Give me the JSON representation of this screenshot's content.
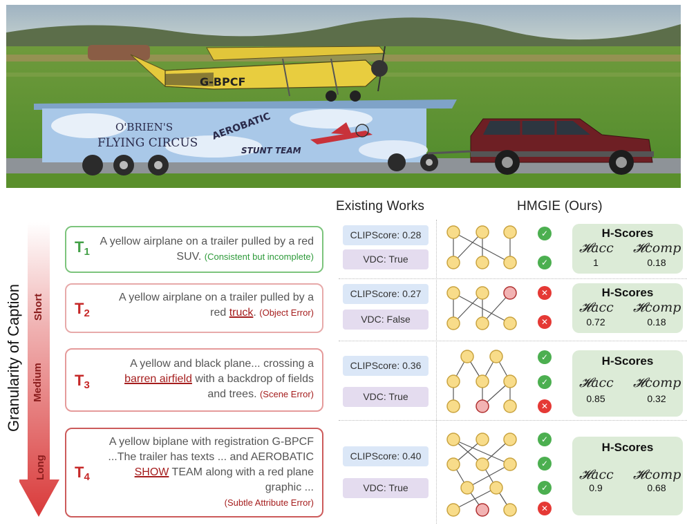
{
  "headers": {
    "existing": "Existing Works",
    "ours": "HMGIE (Ours)"
  },
  "axis": {
    "title": "Granularity of Caption",
    "short": "Short",
    "medium": "Medium",
    "long": "Long"
  },
  "image": {
    "registration": "G-BPCF",
    "trailer_text_1": "O'BRIEN'S",
    "trailer_text_2": "FLYING CIRCUS",
    "trailer_text_3": "AEROBATIC",
    "trailer_text_4": "STUNT TEAM"
  },
  "captions": [
    {
      "id": "T",
      "sub": "1",
      "color": "#43a047",
      "text": "A yellow airplane on a trailer pulled by a red SUV.",
      "note": "(Consistent but incomplete)",
      "note_color": "#2e9a3a"
    },
    {
      "id": "T",
      "sub": "2",
      "color": "#c62828",
      "text_pre": "A yellow airplane on a trailer pulled by a red",
      "error": "truck",
      "text_post": ".",
      "note": "(Object Error)"
    },
    {
      "id": "T",
      "sub": "3",
      "color": "#c62828",
      "text_pre": "A yellow and black plane... crossing a",
      "error": "barren airfield",
      "text_post": "with a backdrop of fields and trees.",
      "note": "(Scene Error)"
    },
    {
      "id": "T",
      "sub": "4",
      "color": "#c62828",
      "text_pre": "A yellow biplane with registration G-BPCF ...The trailer has texts ... and AEROBATIC",
      "error": "SHOW",
      "text_post": "TEAM along with a red plane graphic ...",
      "note": "(Subtle Attribute Error)"
    }
  ],
  "existing": [
    {
      "clip": "CLIPScore: 0.28",
      "vdc": "VDC: True"
    },
    {
      "clip": "CLIPScore: 0.27",
      "vdc": "VDC: False"
    },
    {
      "clip": "CLIPScore: 0.36",
      "vdc": "VDC: True"
    },
    {
      "clip": "CLIPScore: 0.40",
      "vdc": "VDC: True"
    }
  ],
  "hscores": [
    {
      "title": "H-Scores",
      "acc_label": "𝓗acc",
      "comp_label": "𝓗comp",
      "acc": "1",
      "comp": "0.18"
    },
    {
      "title": "H-Scores",
      "acc_label": "𝓗acc",
      "comp_label": "𝓗comp",
      "acc": "0.72",
      "comp": "0.18"
    },
    {
      "title": "H-Scores",
      "acc_label": "𝓗acc",
      "comp_label": "𝓗comp",
      "acc": "0.85",
      "comp": "0.32"
    },
    {
      "title": "H-Scores",
      "acc_label": "𝓗acc",
      "comp_label": "𝓗comp",
      "acc": "0.9",
      "comp": "0.68"
    }
  ],
  "checks": [
    [
      "ok",
      "ok"
    ],
    [
      "bad",
      "bad"
    ],
    [
      "ok",
      "ok",
      "bad"
    ],
    [
      "ok",
      "ok",
      "ok",
      "bad"
    ]
  ],
  "colors": {
    "node": "#f8dc8a",
    "node_stroke": "#c9a33f",
    "bad_node": "#f2b3b3",
    "bad_stroke": "#b03030",
    "ok": "#4caf50",
    "bad": "#e53935"
  }
}
